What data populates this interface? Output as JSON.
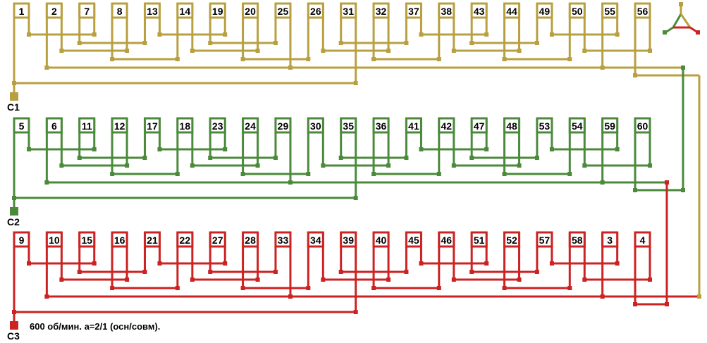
{
  "caption": "600 об/мин. a=2/1 (осн/совм).",
  "legend": {
    "top_color": "#b8a040",
    "left_color": "#4b8a3b",
    "right_color": "#cc2222"
  },
  "rows": [
    {
      "phase": "C1",
      "color": "#b8a040",
      "slots": [
        "1",
        "2",
        "7",
        "8",
        "13",
        "14",
        "19",
        "20",
        "25",
        "26",
        "31",
        "32",
        "37",
        "38",
        "43",
        "44",
        "49",
        "50",
        "55",
        "56"
      ]
    },
    {
      "phase": "C2",
      "color": "#4b8a3b",
      "slots": [
        "5",
        "6",
        "11",
        "12",
        "17",
        "18",
        "23",
        "24",
        "29",
        "30",
        "35",
        "36",
        "41",
        "42",
        "47",
        "48",
        "53",
        "54",
        "59",
        "60"
      ]
    },
    {
      "phase": "C3",
      "color": "#cc2222",
      "slots": [
        "9",
        "10",
        "15",
        "16",
        "21",
        "22",
        "27",
        "28",
        "33",
        "34",
        "39",
        "40",
        "45",
        "46",
        "51",
        "52",
        "57",
        "58",
        "3",
        "4"
      ]
    }
  ]
}
